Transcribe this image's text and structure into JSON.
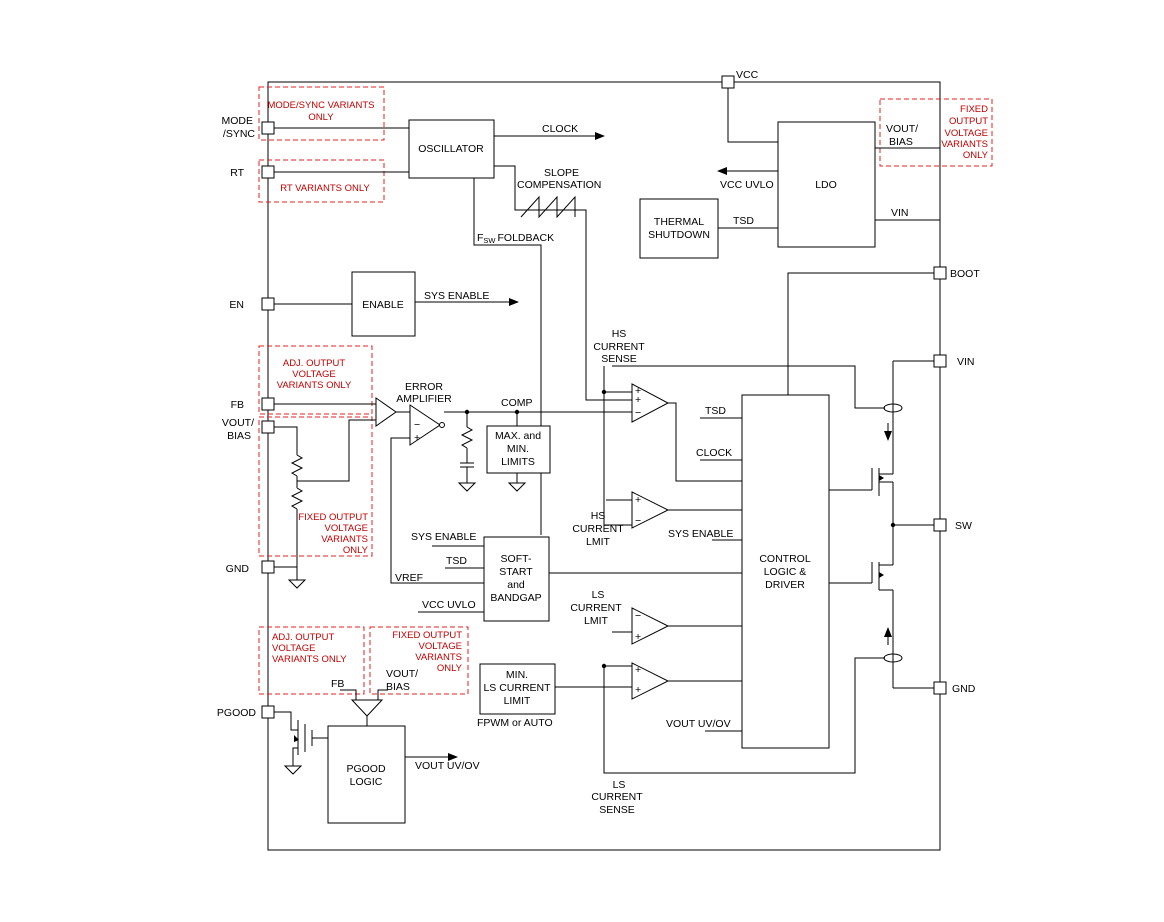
{
  "pins": {
    "mode_sync_1": "MODE",
    "mode_sync_2": "/SYNC",
    "rt": "RT",
    "en": "EN",
    "fb": "FB",
    "vout_bias_1": "VOUT/",
    "vout_bias_2": "BIAS",
    "gnd_left": "GND",
    "pgood": "PGOOD",
    "vcc": "VCC",
    "boot": "BOOT",
    "vin": "VIN",
    "sw": "SW",
    "gnd_right": "GND"
  },
  "blocks": {
    "oscillator": "OSCILLATOR",
    "ldo": "LDO",
    "thermal_1": "THERMAL",
    "thermal_2": "SHUTDOWN",
    "enable": "ENABLE",
    "maxmin_1": "MAX. and",
    "maxmin_2": "MIN.",
    "maxmin_3": "LIMITS",
    "soft_1": "SOFT-",
    "soft_2": "START",
    "soft_3": "and",
    "soft_4": "BANDGAP",
    "control_1": "CONTROL",
    "control_2": "LOGIC &",
    "control_3": "DRIVER",
    "minls_1": "MIN.",
    "minls_2": "LS CURRENT",
    "minls_3": "LIMIT",
    "pgood_1": "PGOOD",
    "pgood_2": "LOGIC"
  },
  "signals": {
    "clock_out": "CLOCK",
    "slope_1": "SLOPE",
    "slope_2": "COMPENSATION",
    "fsw_sub": "SW",
    "fsw_rest": "FOLDBACK",
    "fsw_f": "F",
    "vcc_uvlo_out": "VCC UVLO",
    "tsd_ldo": "TSD",
    "ldo_vout_1": "VOUT/",
    "ldo_vout_2": "BIAS",
    "ldo_vin": "VIN",
    "sys_enable_out": "SYS ENABLE",
    "hs_sense_1": "HS",
    "hs_sense_2": "CURRENT",
    "hs_sense_3": "SENSE",
    "error_1": "ERROR",
    "error_2": "AMPLIFIER",
    "comp": "COMP",
    "tsd_ctrl": "TSD",
    "clock_ctrl": "CLOCK",
    "hs_limit_1": "HS",
    "hs_limit_2": "CURRENT",
    "hs_limit_3": "LMIT",
    "sys_enable_ctrl": "SYS ENABLE",
    "sys_enable_ss": "SYS ENABLE",
    "tsd_ss": "TSD",
    "vref": "VREF",
    "vcc_uvlo_ss": "VCC UVLO",
    "ls_limit_1": "LS",
    "ls_limit_2": "CURRENT",
    "ls_limit_3": "LMIT",
    "fpwm": "FPWM or AUTO",
    "vout_uvov_ctrl": "VOUT UV/OV",
    "ls_sense_1": "LS",
    "ls_sense_2": "CURRENT",
    "ls_sense_3": "SENSE",
    "pg_fb": "FB",
    "pg_vout_1": "VOUT/",
    "pg_vout_2": "BIAS",
    "vout_uvov_out": "VOUT UV/OV"
  },
  "variants": {
    "mode_1": "MODE/SYNC VARIANTS",
    "mode_2": "ONLY",
    "rt": "RT VARIANTS ONLY",
    "fixed_top_1": "FIXED",
    "fixed_top_2": "OUTPUT",
    "fixed_top_3": "VOLTAGE",
    "fixed_top_4": "VARIANTS",
    "fixed_top_5": "ONLY",
    "adj_1": "ADJ. OUTPUT",
    "adj_2": "VOLTAGE",
    "adj_3": "VARIANTS ONLY",
    "fixed_mid_1": "FIXED OUTPUT",
    "fixed_mid_2": "VOLTAGE",
    "fixed_mid_3": "VARIANTS",
    "fixed_mid_4": "ONLY",
    "adj_pg_1": "ADJ. OUTPUT",
    "adj_pg_2": "VOLTAGE",
    "adj_pg_3": "VARIANTS ONLY",
    "fixed_pg_1": "FIXED OUTPUT",
    "fixed_pg_2": "VOLTAGE",
    "fixed_pg_3": "VARIANTS",
    "fixed_pg_4": "ONLY"
  },
  "colors": {
    "variant_border": "#e02020",
    "variant_text": "#c00000",
    "line": "#000000"
  }
}
